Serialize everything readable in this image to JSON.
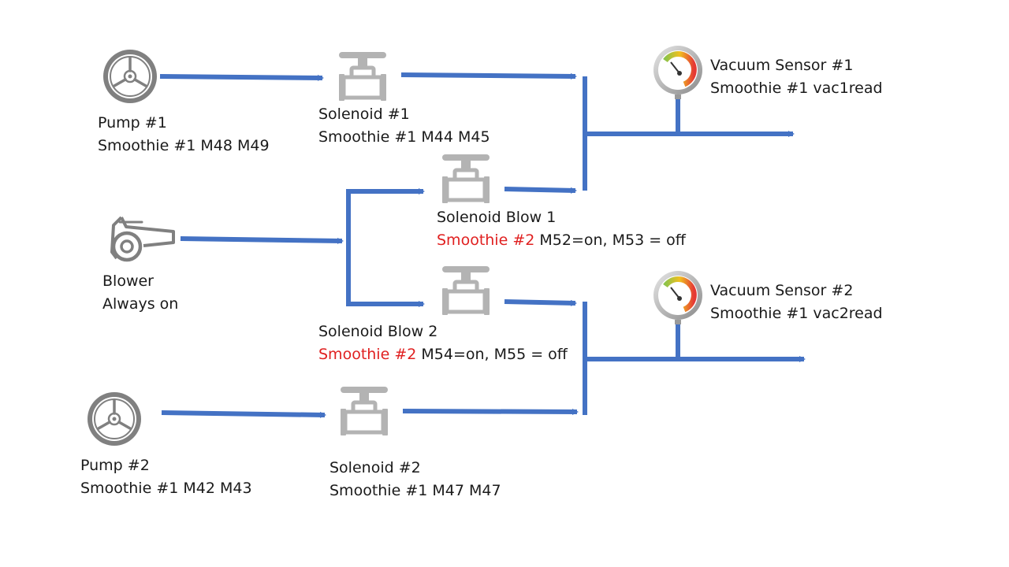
{
  "colors": {
    "pipe": "#4472c4",
    "icon": "#808080",
    "valve": "#b3b3b3",
    "controller_highlight": "#e02020",
    "text": "#1a1a1a"
  },
  "pump1": {
    "name": "Pump #1",
    "detail": "Smoothie #1 M48 M49",
    "icon": "pump-icon"
  },
  "pump2": {
    "name": "Pump #2",
    "detail": "Smoothie #1 M42 M43",
    "icon": "pump-icon"
  },
  "blower": {
    "name": "Blower",
    "detail": "Always on",
    "icon": "blower-icon"
  },
  "solenoid1": {
    "name": "Solenoid #1",
    "detail": "Smoothie #1 M44 M45",
    "icon": "valve-icon"
  },
  "solenoid2": {
    "name": "Solenoid #2",
    "detail": "Smoothie #1 M47 M47",
    "icon": "valve-icon"
  },
  "solenoid_blow1": {
    "name": "Solenoid Blow 1",
    "controller": "Smoothie #2",
    "detail": " M52=on, M53 = off",
    "icon": "valve-icon"
  },
  "solenoid_blow2": {
    "name": "Solenoid Blow 2",
    "controller": "Smoothie #2",
    "detail": " M54=on, M55 = off",
    "icon": "valve-icon"
  },
  "vacuum1": {
    "name": "Vacuum Sensor #1",
    "detail": "Smoothie #1 vac1read",
    "icon": "gauge-icon"
  },
  "vacuum2": {
    "name": "Vacuum Sensor #2",
    "detail": "Smoothie #1 vac2read",
    "icon": "gauge-icon"
  }
}
